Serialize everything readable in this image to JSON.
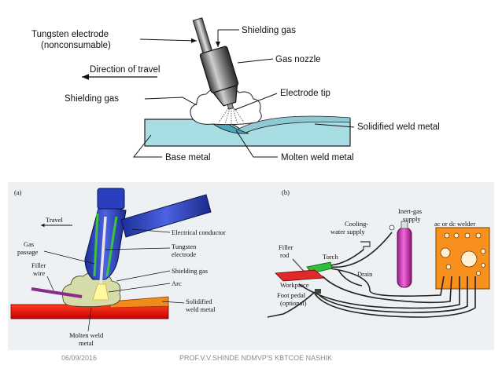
{
  "top_diagram": {
    "labels": {
      "tungsten_electrode": "Tungsten electrode",
      "nonconsumable": "(nonconsumable)",
      "shielding_gas_top": "Shielding gas",
      "gas_nozzle": "Gas nozzle",
      "direction_of_travel": "Direction of travel",
      "shielding_gas_left": "Shielding gas",
      "electrode_tip": "Electrode tip",
      "solidified_weld_metal": "Solidified weld metal",
      "base_metal": "Base metal",
      "molten_weld_metal": "Molten weld metal"
    }
  },
  "panel_a": {
    "tag": "(a)",
    "labels": {
      "travel": "Travel",
      "electrical_conductor": "Electrical conductor",
      "tungsten": "Tungsten",
      "electrode": "electrode",
      "gas": "Gas",
      "passage": "passage",
      "filler": "Filler",
      "wire": "wire",
      "shielding_gas": "Shielding gas",
      "arc": "Arc",
      "solidified": "Solidified",
      "weld_metal": "weld metal",
      "molten_weld": "Molten weld",
      "metal": "metal"
    }
  },
  "panel_b": {
    "tag": "(b)",
    "labels": {
      "cooling": "Cooling-",
      "water_supply": "water supply",
      "inert_gas": "Inert-gas",
      "supply": "supply",
      "welder": "ac or dc welder",
      "filler": "Filler",
      "rod": "rod",
      "torch": "Torch",
      "drain": "Drain",
      "workpiece": "Workpiece",
      "foot_pedal": "Foot pedal",
      "optional": "(optional)"
    }
  },
  "footer": {
    "date": "06/09/2016",
    "author": "PROF.V.V.SHINDE NDMVP'S KBTCOE NASHIK"
  }
}
